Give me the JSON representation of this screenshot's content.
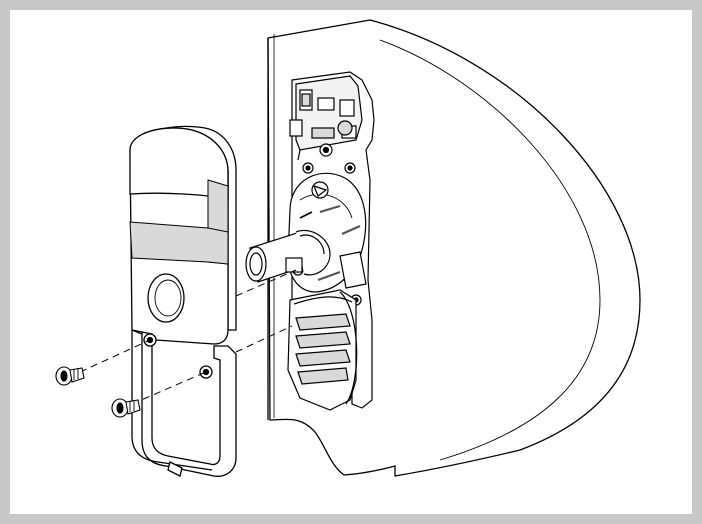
{
  "colors": {
    "frame": "#c8c8c8",
    "line": "#000000",
    "fill": "#ffffff",
    "shade": "#d9d9d9",
    "dark_shade": "#a6a6a6"
  },
  "parts": {
    "cover": "lock-cover",
    "back_plate": "back-plate",
    "door": "door-edge",
    "screws": 2
  }
}
